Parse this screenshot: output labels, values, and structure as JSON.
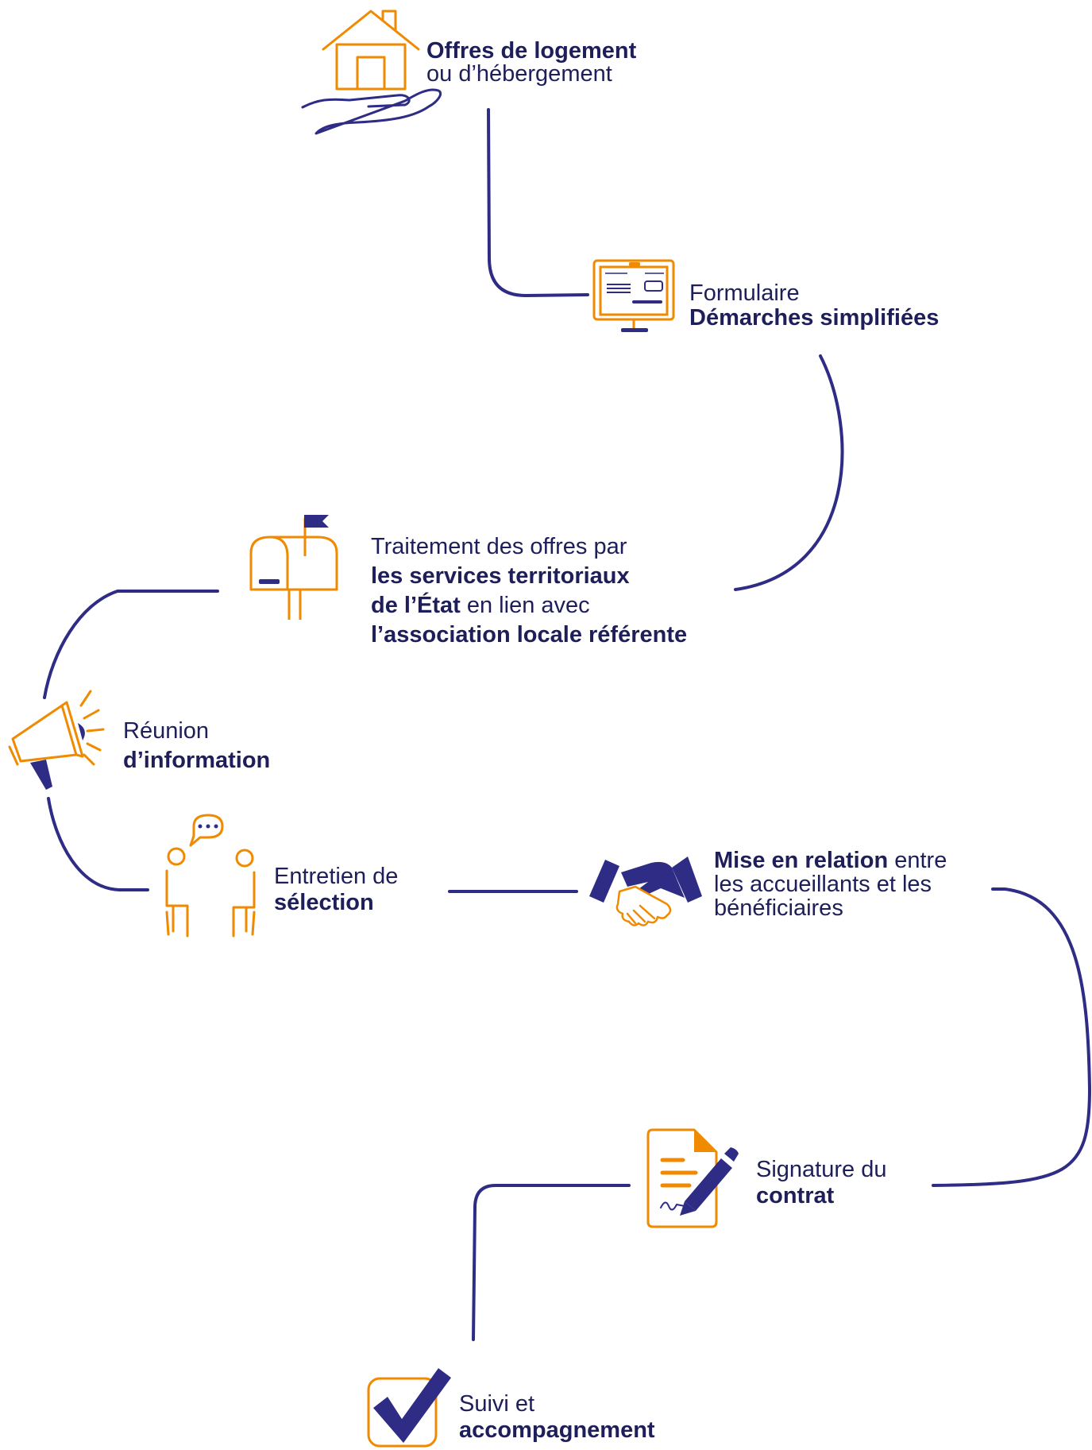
{
  "colors": {
    "navy": "#2e2c85",
    "orange": "#f08a00",
    "text": "#1e1e5a"
  },
  "steps": [
    {
      "icon": "house-in-hand-icon",
      "line1_bold": "Offres de logement",
      "line2": "ou d’hébergement"
    },
    {
      "icon": "monitor-form-icon",
      "line1": "Formulaire",
      "line2_bold": "Démarches simplifiées"
    },
    {
      "icon": "mailbox-icon",
      "line1": "Traitement des offres par",
      "line2_bold": "les services territoriaux",
      "line3_bold": "de l’État",
      "line3": " en lien avec",
      "line4_bold": "l’association locale référente"
    },
    {
      "icon": "megaphone-icon",
      "line1": "Réunion",
      "line2_bold": "d’information"
    },
    {
      "icon": "interview-people-icon",
      "line1": "Entretien de",
      "line2_bold": "sélection"
    },
    {
      "icon": "handshake-icon",
      "line1_bold": "Mise en relation",
      "line1": " entre",
      "line2": "les accueillants et les",
      "line3": "bénéficiaires"
    },
    {
      "icon": "contract-signature-icon",
      "line1": "Signature du",
      "line2_bold": "contrat"
    },
    {
      "icon": "checkbox-icon",
      "line1": "Suivi et",
      "line2_bold": "accompagnement"
    }
  ]
}
